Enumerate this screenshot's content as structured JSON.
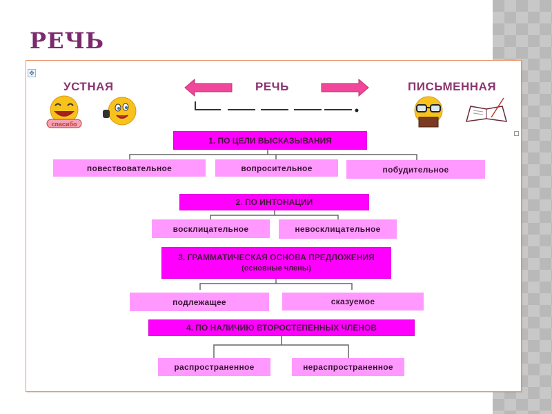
{
  "slide": {
    "title": "РЕЧЬ"
  },
  "header": {
    "left_label": "УСТНАЯ",
    "center_label": "РЕЧЬ",
    "right_label": "ПИСЬМЕННАЯ",
    "left_icons": [
      "laughing-emoji-spasibo-icon",
      "phone-talking-emoji-icon"
    ],
    "right_icons": [
      "reading-glasses-emoji-icon",
      "open-book-quill-icon"
    ],
    "sentence_scheme": "sentence-scheme-underline"
  },
  "groups": [
    {
      "heading": "1.   ПО ЦЕЛИ ВЫСКАЗЫВАНИЯ",
      "subheading": "",
      "children": [
        "повествовательное",
        "вопросительное",
        "побудительное"
      ]
    },
    {
      "heading": "2.   ПО ИНТОНАЦИИ",
      "subheading": "",
      "children": [
        "восклицательное",
        "невосклицательное"
      ]
    },
    {
      "heading": "3.   ГРАММАТИЧЕСКАЯ ОСНОВА ПРЕДЛОЖЕНИЯ",
      "subheading": "(основные члены)",
      "children": [
        "подлежащее",
        "сказуемое"
      ]
    },
    {
      "heading": "4.  ПО  НАЛИЧИЮ   ВТОРОСТЕПЕННЫХ   ЧЛЕНОВ",
      "subheading": "",
      "children": [
        "распространенное",
        "нераспространенное"
      ]
    }
  ],
  "colors": {
    "title": "#7b2a6e",
    "heading_box": "#ff00ff",
    "child_box": "#ff99ff",
    "arrow": "#f0479a",
    "frame_border": "#e8946a"
  }
}
